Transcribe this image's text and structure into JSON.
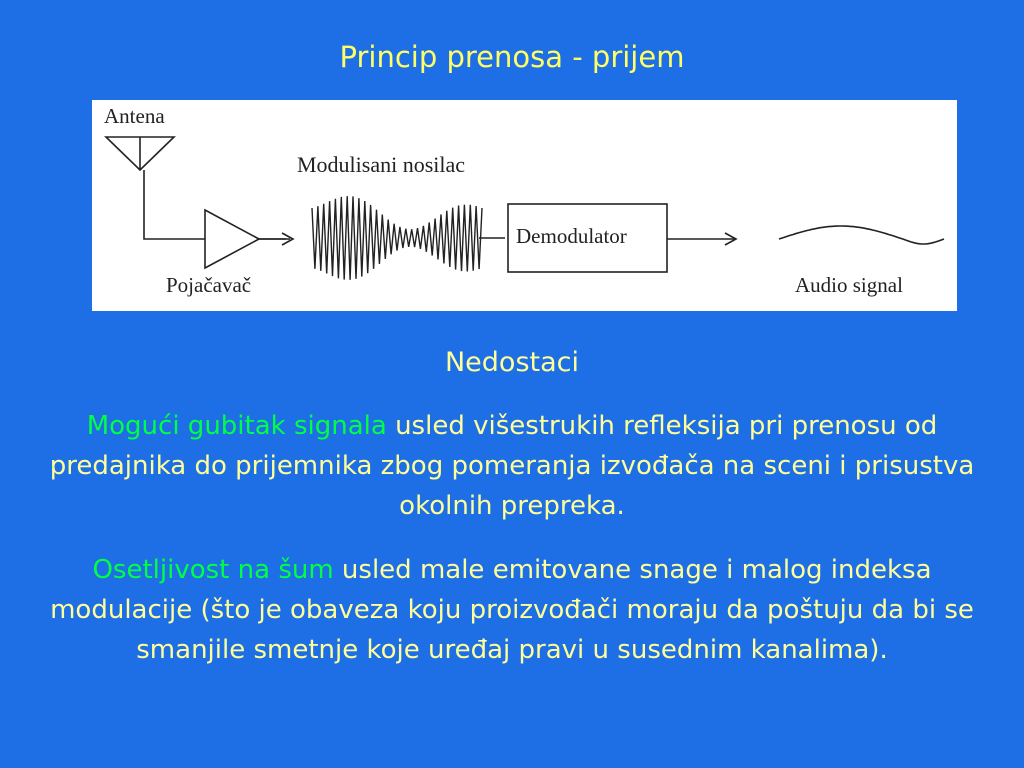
{
  "slide": {
    "title": "Princip prenosa - prijem"
  },
  "diagram": {
    "labels": {
      "antenna": "Antena",
      "modulated_carrier": "Modulisani nosilac",
      "demodulator": "Demodulator",
      "amplifier": "Pojačavač",
      "audio_signal": "Audio signal"
    },
    "colors": {
      "stroke": "#222222",
      "background": "#ffffff"
    },
    "icons": [
      "antenna-icon",
      "amplifier-triangle-icon",
      "arrow-right-icon",
      "modulated-wave-icon",
      "demodulator-block-icon",
      "audio-wave-icon"
    ]
  },
  "content": {
    "heading": "Nedostaci",
    "paragraphs": [
      {
        "highlight": "Mogući gubitak signala",
        "text": " usled višestrukih refleksija pri prenosu od predajnika do prijemnika zbog pomeranja izvođača na sceni i prisustva okolnih prepreka."
      },
      {
        "highlight": "Osetljivost na šum",
        "text": " usled male emitovane snage i malog indeksa modulacije (što je obaveza koju proizvođači moraju da poštuju da bi se smanjile smetnje koje uređaj pravi u susednim kanalima)."
      }
    ]
  },
  "colors": {
    "background": "#1e6fe6",
    "title_text": "#ffff66",
    "body_text": "#ffff99",
    "highlight_text": "#00ff44"
  }
}
